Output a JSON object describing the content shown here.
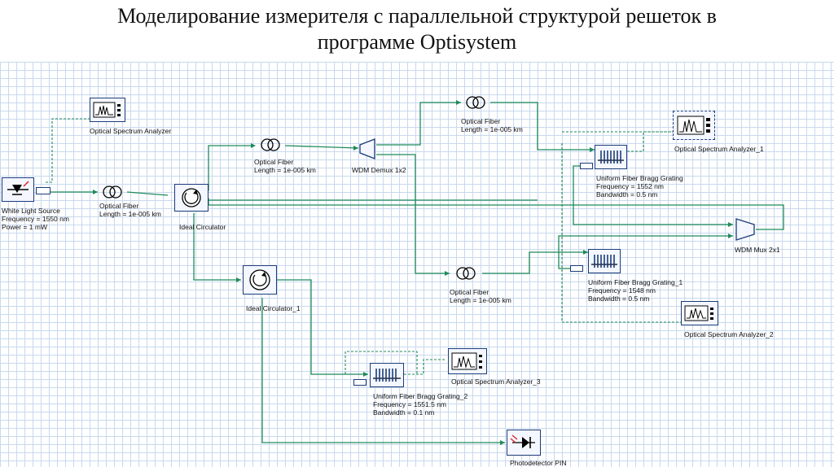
{
  "title_line1": "Моделирование измерителя с параллельной структурой решеток в",
  "title_line2": "программе Optisystem",
  "components": {
    "white_light_source": {
      "name": "White Light Source",
      "p1": "Frequency = 1550  nm",
      "p2": "Power = 1  mW"
    },
    "fiber_1": {
      "name": "Optical Fiber",
      "p1": "Length = 1e-005  km"
    },
    "fiber_2": {
      "name": "Optical Fiber",
      "p1": "Length = 1e-005  km"
    },
    "fiber_3": {
      "name": "Optical Fiber",
      "p1": "Length = 1e-005  km"
    },
    "fiber_4": {
      "name": "Optical Fiber",
      "p1": "Length = 1e-005  km"
    },
    "osa_0": {
      "name": "Optical Spectrum Analyzer"
    },
    "osa_1": {
      "name": "Optical Spectrum Analyzer_1"
    },
    "osa_2": {
      "name": "Optical Spectrum Analyzer_2"
    },
    "osa_3": {
      "name": "Optical Spectrum Analyzer_3"
    },
    "circulator_0": {
      "name": "Ideal Circulator"
    },
    "circulator_1": {
      "name": "Ideal Circulator_1"
    },
    "wdm_demux": {
      "name": "WDM Demux 1x2"
    },
    "wdm_mux": {
      "name": "WDM Mux 2x1"
    },
    "fbg_0": {
      "name": "Uniform Fiber Bragg Grating",
      "p1": "Frequency = 1552  nm",
      "p2": "Bandwidth = 0.5  nm"
    },
    "fbg_1": {
      "name": "Uniform Fiber Bragg Grating_1",
      "p1": "Frequency = 1548  nm",
      "p2": "Bandwidth = 0.5  nm"
    },
    "fbg_2": {
      "name": "Uniform Fiber Bragg Grating_2",
      "p1": "Frequency = 1551.5  nm",
      "p2": "Bandwidth = 0.1  nm"
    },
    "photodetector": {
      "name": "Photodetector PIN"
    }
  },
  "colors": {
    "optical_link": "#1f8a5a",
    "electrical_link": "#2a7a3a",
    "block_border": "#1a3c7a",
    "grid": "#c9d9ee"
  }
}
